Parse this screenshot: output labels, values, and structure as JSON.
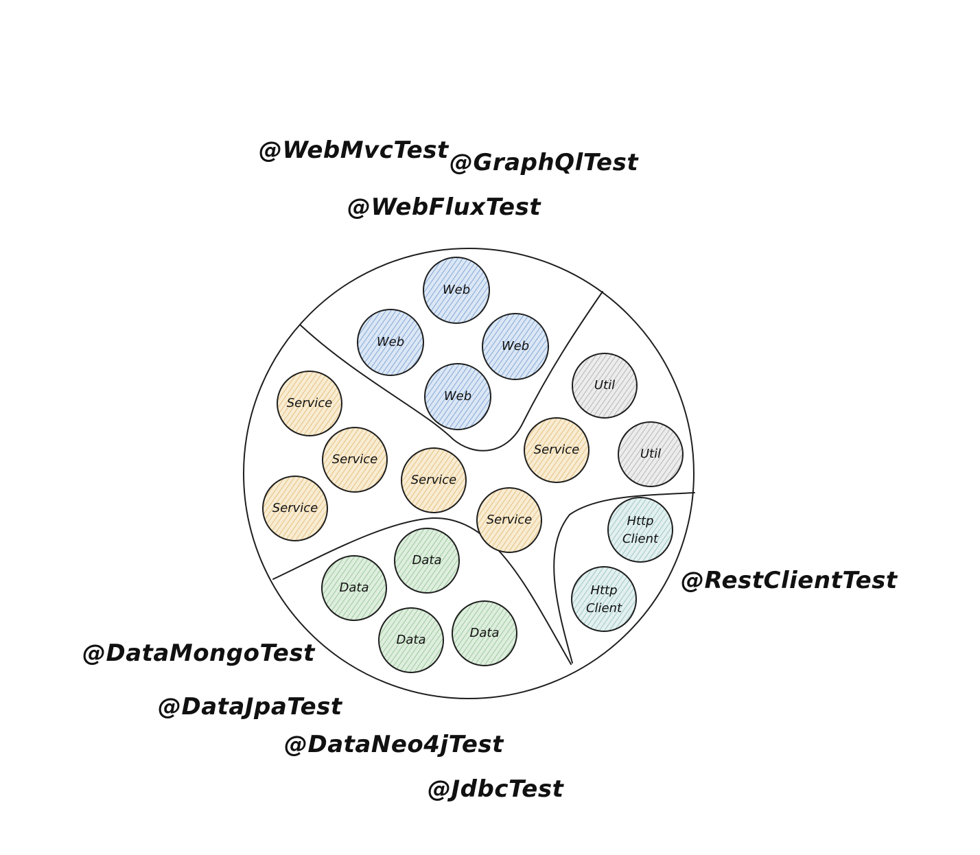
{
  "annotations": {
    "web_mvc_test": "@WebMvcTest",
    "graphql_test": "@GraphQlTest",
    "web_flux_test": "@WebFluxTest",
    "rest_client_test": "@RestClientTest",
    "data_mongo_test": "@DataMongoTest",
    "data_jpa_test": "@DataJpaTest",
    "data_neo4j_test": "@DataNeo4jTest",
    "jdbc_test": "@JdbcTest"
  },
  "nodes": {
    "web": "Web",
    "service": "Service",
    "util": "Util",
    "data": "Data",
    "http_client_line1": "Http",
    "http_client_line2": "Client"
  },
  "colors": {
    "web": "#a5c3e6",
    "service": "#f2d9a8",
    "util": "#cfcfcf",
    "data": "#b8dbb8",
    "http_client": "#bfe0df",
    "stroke": "#1e1e1e"
  }
}
